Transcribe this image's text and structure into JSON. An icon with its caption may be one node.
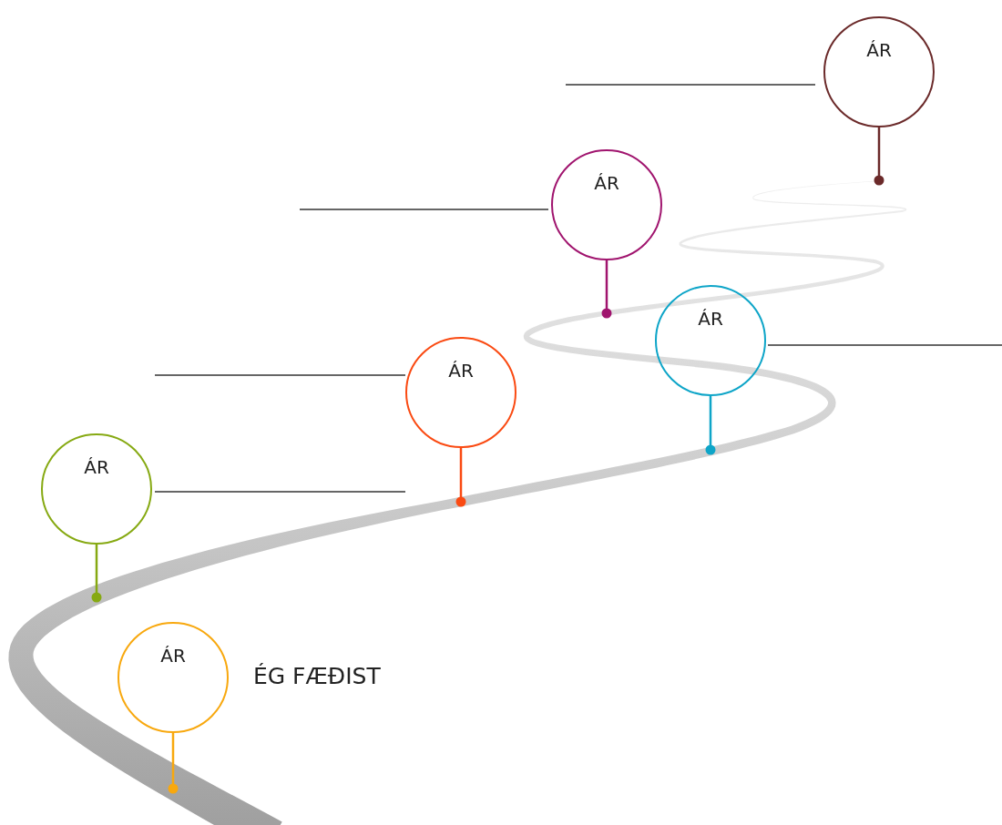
{
  "diagram": {
    "nodes": [
      {
        "text": [
          "ÁR"
        ]
      },
      {
        "text": [
          "ÁR"
        ]
      },
      {
        "text": [
          "ÁR"
        ]
      },
      {
        "text": [
          "ÁR"
        ]
      },
      {
        "text": [
          "ÁR"
        ]
      },
      {
        "text": [
          "ÁR"
        ],
        "beside": [
          "ÉG FÆÐIST"
        ]
      }
    ],
    "edges": [
      {
        "from": 0,
        "to": null,
        "arrow": "other",
        "color": "#6b2a2a"
      },
      {
        "from": 1,
        "to": null,
        "arrow": "other",
        "color": "#a0146e"
      },
      {
        "from": 2,
        "to": null,
        "arrow": "other",
        "color": "#0ea5c8"
      },
      {
        "from": 3,
        "to": null,
        "arrow": "other",
        "color": "#fa4a12"
      },
      {
        "from": 4,
        "to": null,
        "arrow": "other",
        "color": "#86a912"
      },
      {
        "from": 5,
        "to": null,
        "arrow": "other",
        "color": "#f8a80e"
      }
    ]
  }
}
